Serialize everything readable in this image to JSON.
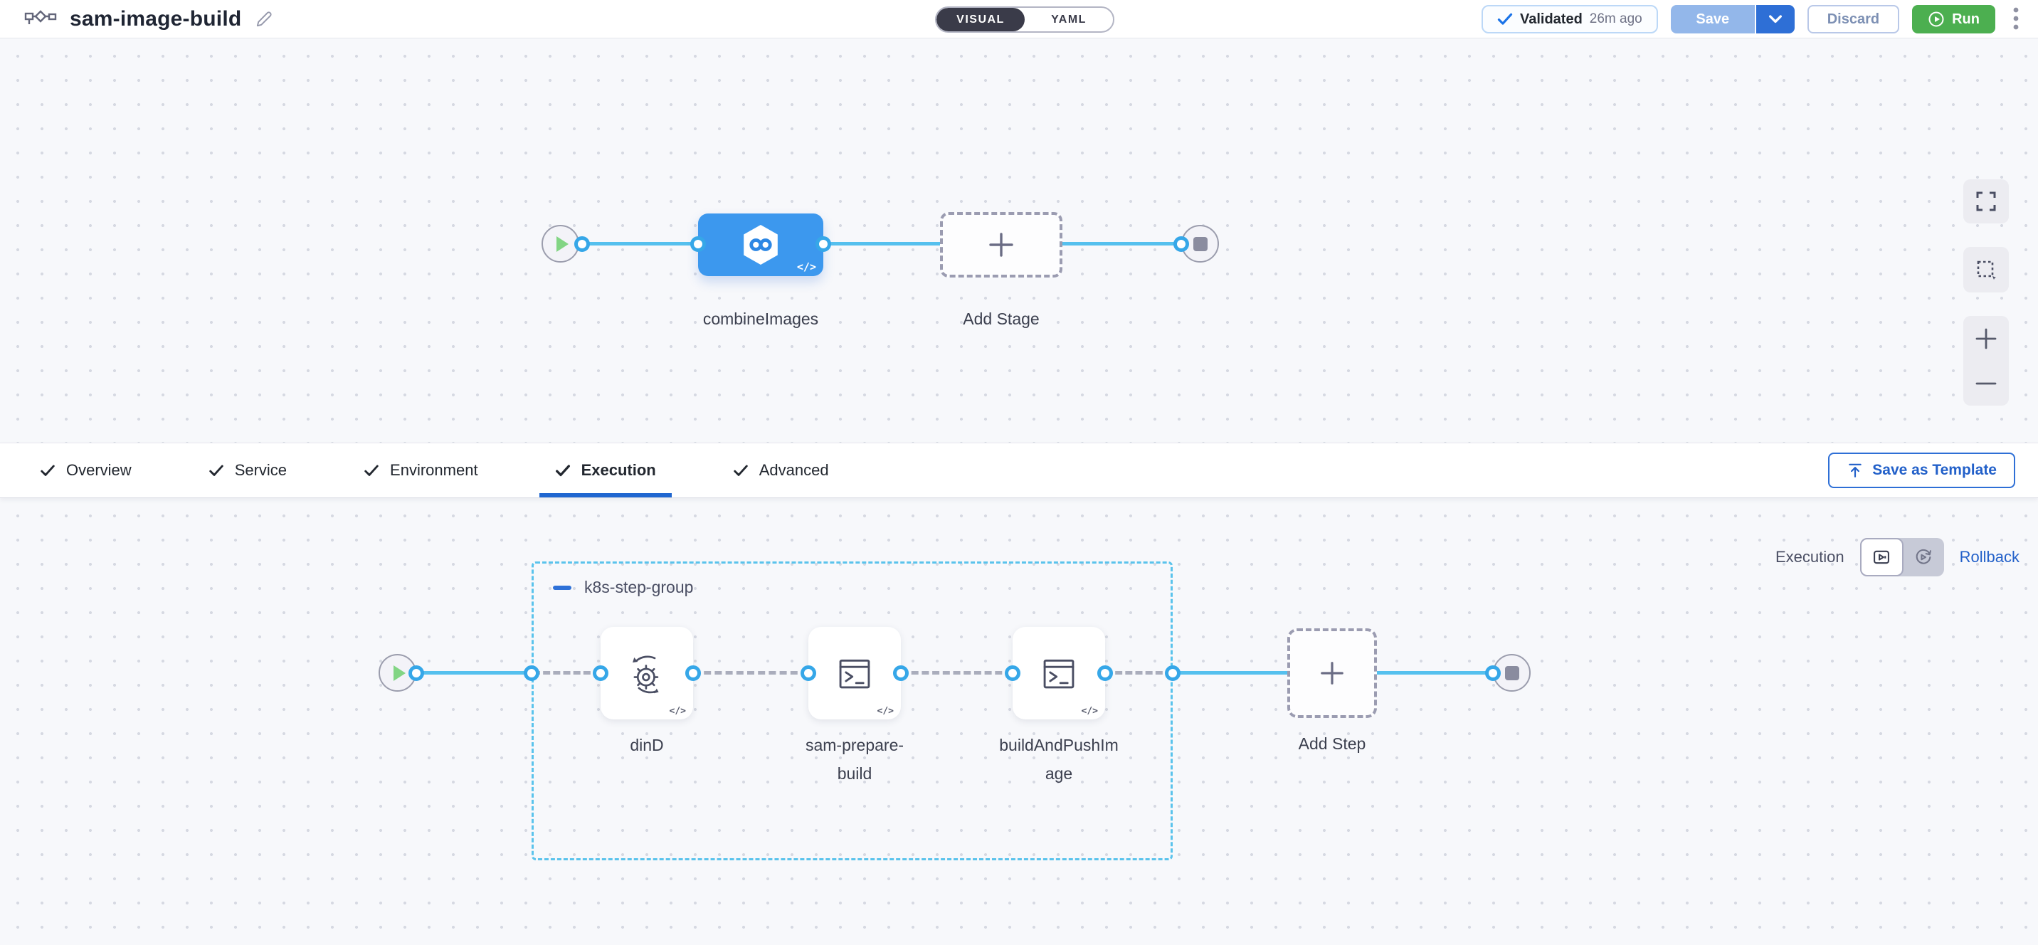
{
  "header": {
    "title": "sam-image-build",
    "mode_toggle": {
      "visual_label": "VISUAL",
      "yaml_label": "YAML",
      "selected": "VISUAL"
    },
    "validated_badge": {
      "label": "Validated",
      "time_ago": "26m ago"
    },
    "save_button": "Save",
    "discard_button": "Discard",
    "run_button": "Run"
  },
  "stage_canvas": {
    "stages": [
      {
        "name": "combineImages",
        "icon": "infinity-hexagon-icon",
        "code_badge": "</>"
      }
    ],
    "add_stage_label": "Add Stage"
  },
  "tab_bar": {
    "tabs": [
      {
        "label": "Overview",
        "checked": true
      },
      {
        "label": "Service",
        "checked": true
      },
      {
        "label": "Environment",
        "checked": true
      },
      {
        "label": "Execution",
        "checked": true
      },
      {
        "label": "Advanced",
        "checked": true
      }
    ],
    "selected_tab": "Execution",
    "save_as_template_button": "Save as Template"
  },
  "execution_canvas": {
    "mode_label": "Execution",
    "rollback_link": "Rollback",
    "step_group": {
      "name": "k8s-step-group",
      "steps": [
        {
          "name": "dinD",
          "icon": "service-gear-icon",
          "code_badge": "</>"
        },
        {
          "name": "sam-prepare-build",
          "icon": "terminal-script-icon",
          "code_badge": "</>"
        },
        {
          "name": "buildAndPushImage",
          "icon": "terminal-script-icon",
          "code_badge": "</>"
        }
      ]
    },
    "add_step_label": "Add Step"
  },
  "colors": {
    "accent_blue": "#2e6fd6",
    "connector_blue": "#55c0ee",
    "stage_blue": "#3c98ee",
    "run_green": "#4caf50",
    "validated_check_blue": "#1a73e8",
    "group_border_cyan": "#5ac3ec",
    "canvas_background": "#f7f8fb"
  }
}
